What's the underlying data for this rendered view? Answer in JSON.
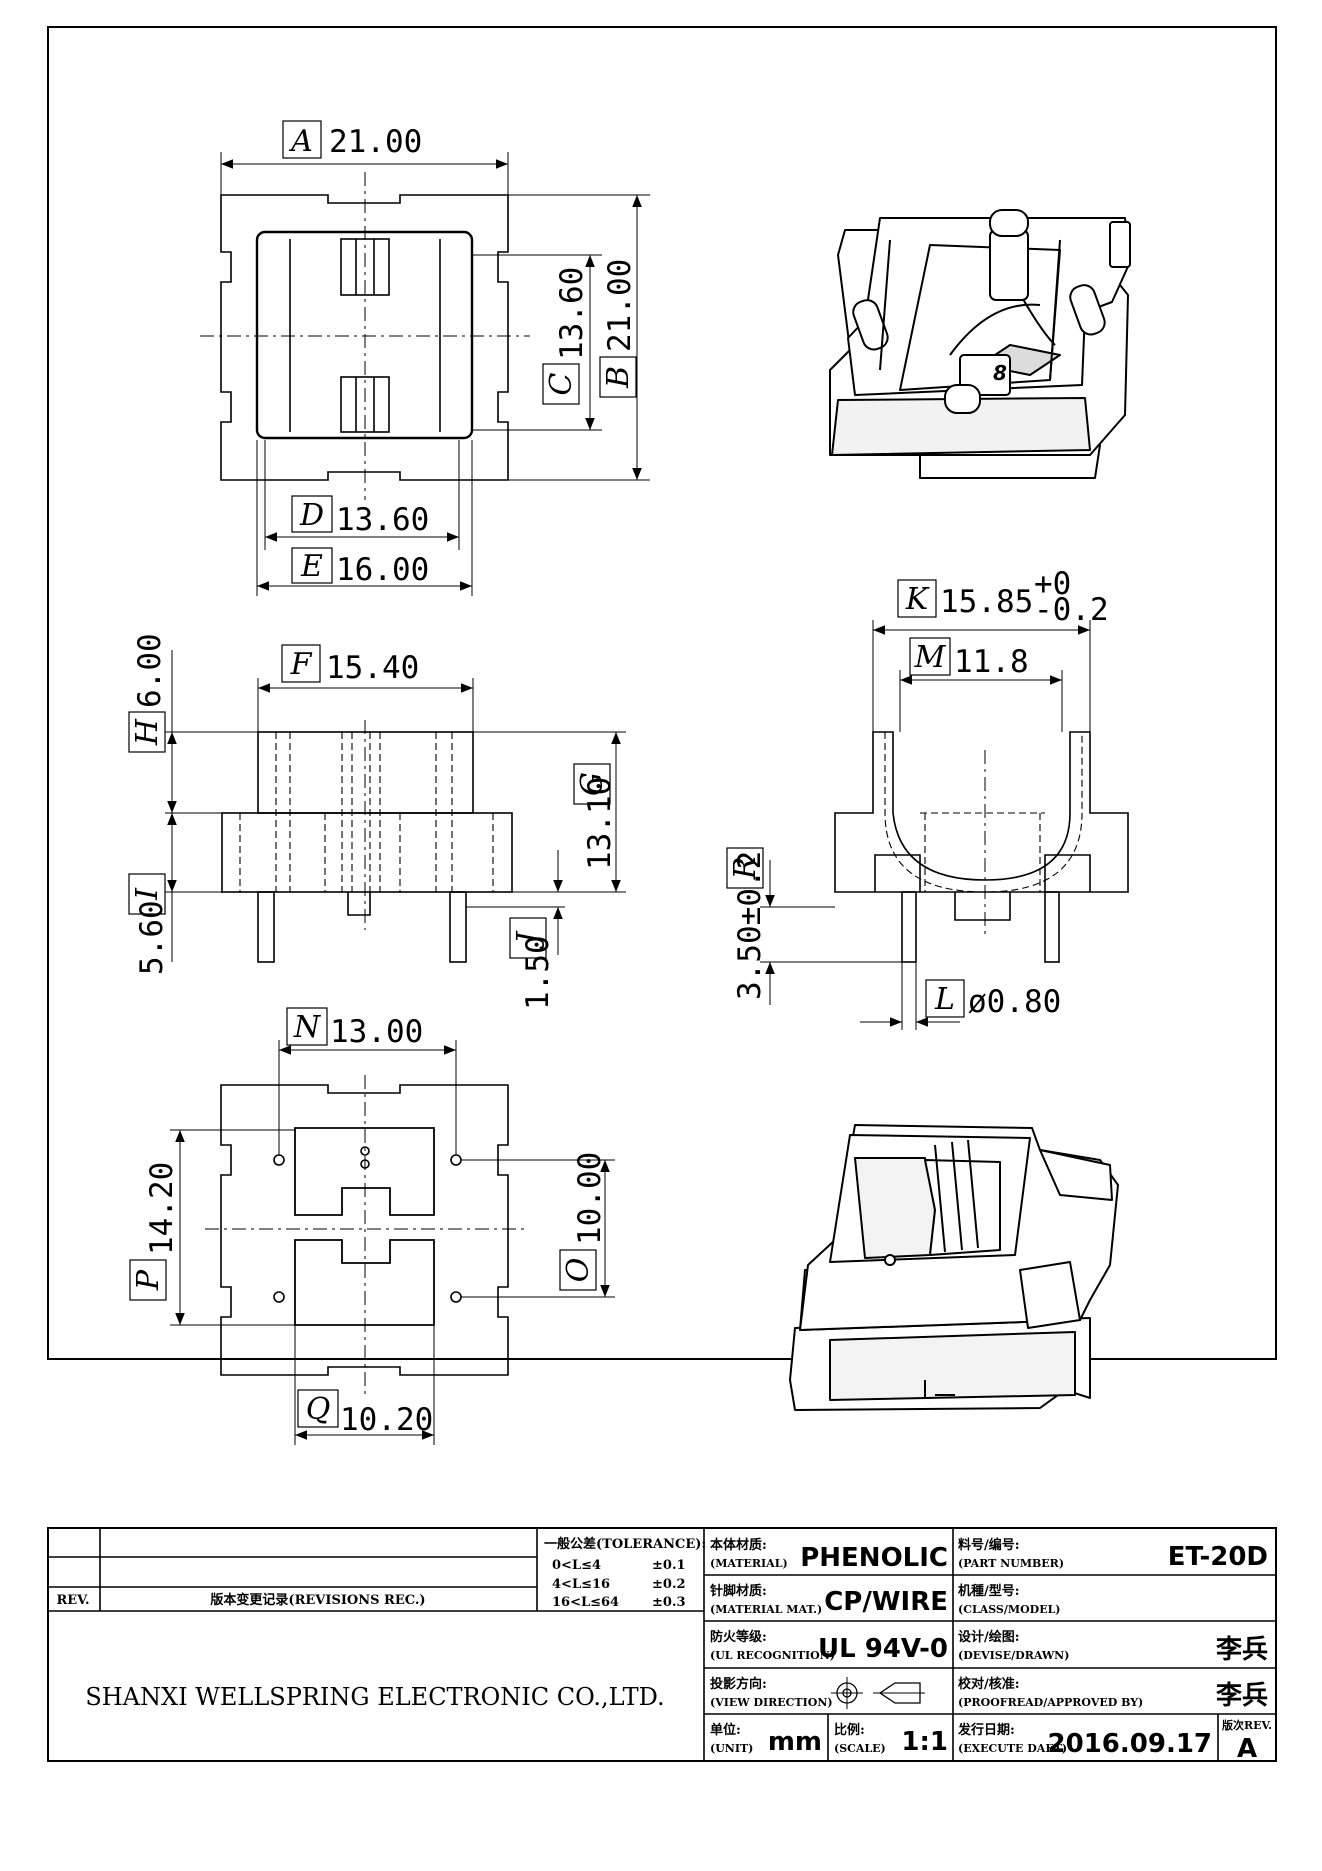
{
  "dimensions": {
    "A": {
      "letter": "A",
      "value": "21.00"
    },
    "B": {
      "letter": "B",
      "value": "21.00"
    },
    "C": {
      "letter": "C",
      "value": "13.60"
    },
    "D": {
      "letter": "D",
      "value": "13.60"
    },
    "E": {
      "letter": "E",
      "value": "16.00"
    },
    "F": {
      "letter": "F",
      "value": "15.40"
    },
    "G": {
      "letter": "G",
      "value": "13.10"
    },
    "H": {
      "letter": "H",
      "value": "6.00"
    },
    "I": {
      "letter": "I",
      "value": "5.60"
    },
    "J": {
      "letter": "J",
      "value": "1.50"
    },
    "K": {
      "letter": "K",
      "value": "15.85",
      "tol_upper": "+0",
      "tol_lower": "-0.2"
    },
    "M": {
      "letter": "M",
      "value": "11.8"
    },
    "R": {
      "letter": "R",
      "value": "3.50±0.2"
    },
    "L": {
      "letter": "L",
      "value": "ø0.80"
    },
    "N": {
      "letter": "N",
      "value": "13.00"
    },
    "P": {
      "letter": "P",
      "value": "14.20"
    },
    "O": {
      "letter": "O",
      "value": "10.00"
    },
    "Q": {
      "letter": "Q",
      "value": "10.20"
    }
  },
  "iso_label": "8",
  "title_block": {
    "rev_label": "REV.",
    "revisions_label": "版本变更记录(REVISIONS REC.)",
    "tolerance": {
      "title": "一般公差(TOLERANCE):",
      "rows": [
        {
          "range": "0<L≤4",
          "value": "±0.1"
        },
        {
          "range": "4<L≤16",
          "value": "±0.2"
        },
        {
          "range": "16<L≤64",
          "value": "±0.3"
        }
      ]
    },
    "company": "SHANXI WELLSPRING ELECTRONIC CO.,LTD.",
    "material": {
      "label_cn": "本体材质:",
      "label_en": "(MATERIAL)",
      "value": "PHENOLIC"
    },
    "pin_material": {
      "label_cn": "针脚材质:",
      "label_en": "(MATERIAL MAT.)",
      "value": "CP/WIRE"
    },
    "flammability": {
      "label_cn": "防火等级:",
      "label_en": "(UL RECOGNITION)",
      "value": "UL 94V-0"
    },
    "projection": {
      "label_cn": "投影方向:",
      "label_en": "(VIEW DIRECTION)"
    },
    "unit": {
      "label_cn": "单位:",
      "label_en": "(UNIT)",
      "value": "mm"
    },
    "scale": {
      "label_cn": "比例:",
      "label_en": "(SCALE)",
      "value": "1:1"
    },
    "part_number": {
      "label_cn": "料号/编号:",
      "label_en": "(PART NUMBER)",
      "value": "ET-20D"
    },
    "class_model": {
      "label_cn": "机種/型号:",
      "label_en": "(CLASS/MODEL)",
      "value": ""
    },
    "designer": {
      "label_cn": "设计/绘图:",
      "label_en": "(DEVISE/DRAWN)",
      "value": "李兵"
    },
    "approver": {
      "label_cn": "校对/核准:",
      "label_en": "(PROOFREAD/APPROVED BY)",
      "value": "李兵"
    },
    "date": {
      "label_cn": "发行日期:",
      "label_en": "(EXECUTE DAET)",
      "value": "2016.09.17"
    },
    "version": {
      "label": "版次REV.",
      "value": "A"
    }
  }
}
